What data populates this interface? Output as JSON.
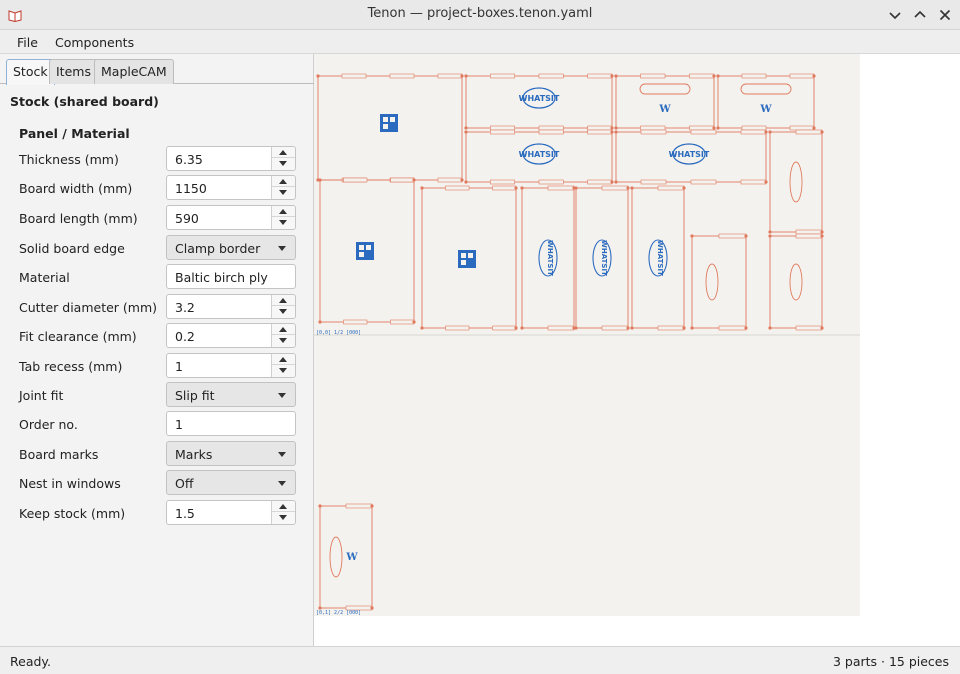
{
  "window": {
    "title": "Tenon — project-boxes.tenon.yaml"
  },
  "menubar": {
    "items": [
      "File",
      "Components"
    ]
  },
  "tabs": [
    "Stock",
    "Items",
    "MapleCAM"
  ],
  "stock_panel": {
    "title": "Stock (shared board)",
    "section": "Panel / Material",
    "fields": [
      {
        "label": "Thickness (mm)",
        "value": "6.35",
        "kind": "spinner"
      },
      {
        "label": "Board width (mm)",
        "value": "1150",
        "kind": "spinner"
      },
      {
        "label": "Board length (mm)",
        "value": "590",
        "kind": "spinner"
      },
      {
        "label": "Solid board edge",
        "value": "Clamp border",
        "kind": "combo"
      },
      {
        "label": "Material",
        "value": "Baltic birch ply",
        "kind": "text"
      },
      {
        "label": "Cutter diameter (mm)",
        "value": "3.2",
        "kind": "spinner"
      },
      {
        "label": "Fit clearance (mm)",
        "value": "0.2",
        "kind": "spinner"
      },
      {
        "label": "Tab recess (mm)",
        "value": "1",
        "kind": "spinner"
      },
      {
        "label": "Joint fit",
        "value": "Slip fit",
        "kind": "combo"
      },
      {
        "label": "Order no.",
        "value": "1",
        "kind": "text"
      },
      {
        "label": "Board marks",
        "value": "Marks",
        "kind": "combo"
      },
      {
        "label": "Nest in windows",
        "value": "Off",
        "kind": "combo"
      },
      {
        "label": "Keep stock (mm)",
        "value": "1.5",
        "kind": "spinner"
      }
    ]
  },
  "canvas": {
    "part_logo_text": "WHATSIT",
    "part_logo_initial": "W",
    "board_labels": [
      "[0,0] 1/2 [000]",
      "[0,1] 2/2 [000]"
    ],
    "colors": {
      "cut_line": "#e07a5f",
      "engrave": "#2a6bbf",
      "board_bg": "#f4f2ee"
    }
  },
  "statusbar": {
    "left": "Ready.",
    "right": "3 parts · 15 pieces"
  }
}
